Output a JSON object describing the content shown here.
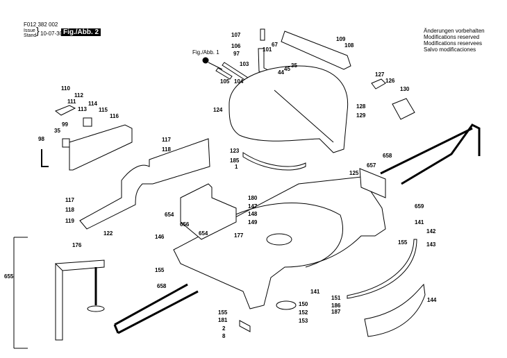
{
  "header": {
    "doc_number": "F012 382 002",
    "issue_label": "Issue",
    "stand_label": "Stand",
    "issue_date": "10-07-30",
    "figure_title": "Fig./Abb. 2"
  },
  "notice": [
    "Änderungen vorbehalten",
    "Modifications reserved",
    "Modifications reservees",
    "Salvo modificaciones"
  ],
  "reference": "Fig./Abb. 1",
  "part_labels": [
    "107",
    "106",
    "97",
    "103",
    "105",
    "104",
    "101",
    "67",
    "44",
    "45",
    "35",
    "109",
    "108",
    "127",
    "126",
    "130",
    "128",
    "129",
    "110",
    "111",
    "112",
    "113",
    "114",
    "115",
    "116",
    "99",
    "35",
    "98",
    "124",
    "117",
    "118",
    "123",
    "185",
    "1",
    "125",
    "658",
    "657",
    "117",
    "118",
    "119",
    "122",
    "654",
    "656",
    "180",
    "147",
    "148",
    "149",
    "177",
    "659",
    "141",
    "142",
    "143",
    "155",
    "654",
    "146",
    "155",
    "176",
    "655",
    "658",
    "141",
    "150",
    "152",
    "153",
    "155",
    "181",
    "2",
    "8",
    "151",
    "186",
    "187",
    "144"
  ]
}
